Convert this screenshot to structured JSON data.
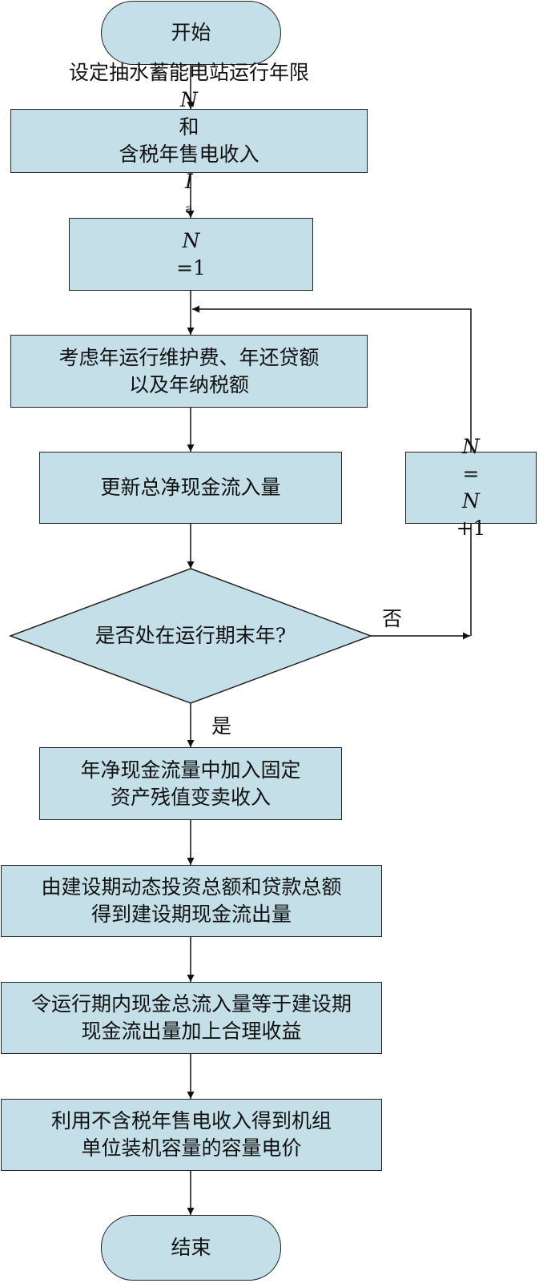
{
  "nodes": {
    "start": {
      "text": "开始"
    },
    "set_params": {
      "line1": "设定抽水蓄能电站运行年限",
      "var_n": "N",
      "and": "和",
      "line2": "含税年售电收入",
      "var_i": "I",
      "sub_a": "a"
    },
    "init_n": {
      "var": "N",
      "rest": "=1"
    },
    "consider_costs": {
      "line1": "考虑年运行维护费、年还贷额",
      "line2": "以及年纳税额"
    },
    "update_flow": {
      "text": "更新总净现金流入量"
    },
    "increment_n": {
      "var1": "N",
      "eq": "=",
      "var2": "N",
      "rest": "+1"
    },
    "decision_end_year": {
      "text": "是否处在运行期末年?"
    },
    "add_residual": {
      "line1": "年净现金流量中加入固定",
      "line2": "资产残值变卖收入"
    },
    "construction_outflow": {
      "line1": "由建设期动态投资总额和贷款总额",
      "line2": "得到建设期现金流出量"
    },
    "equate_flows": {
      "line1": "令运行期内现金总流入量等于建设期",
      "line2": "现金流出量加上合理收益"
    },
    "capacity_price": {
      "line1": "利用不含税年售电收入得到机组",
      "line2": "单位装机容量的容量电价"
    },
    "end": {
      "text": "结束"
    }
  },
  "edge_labels": {
    "no": "否",
    "yes": "是"
  },
  "colors": {
    "fill": "#c5dfe9",
    "stroke": "#222222"
  }
}
